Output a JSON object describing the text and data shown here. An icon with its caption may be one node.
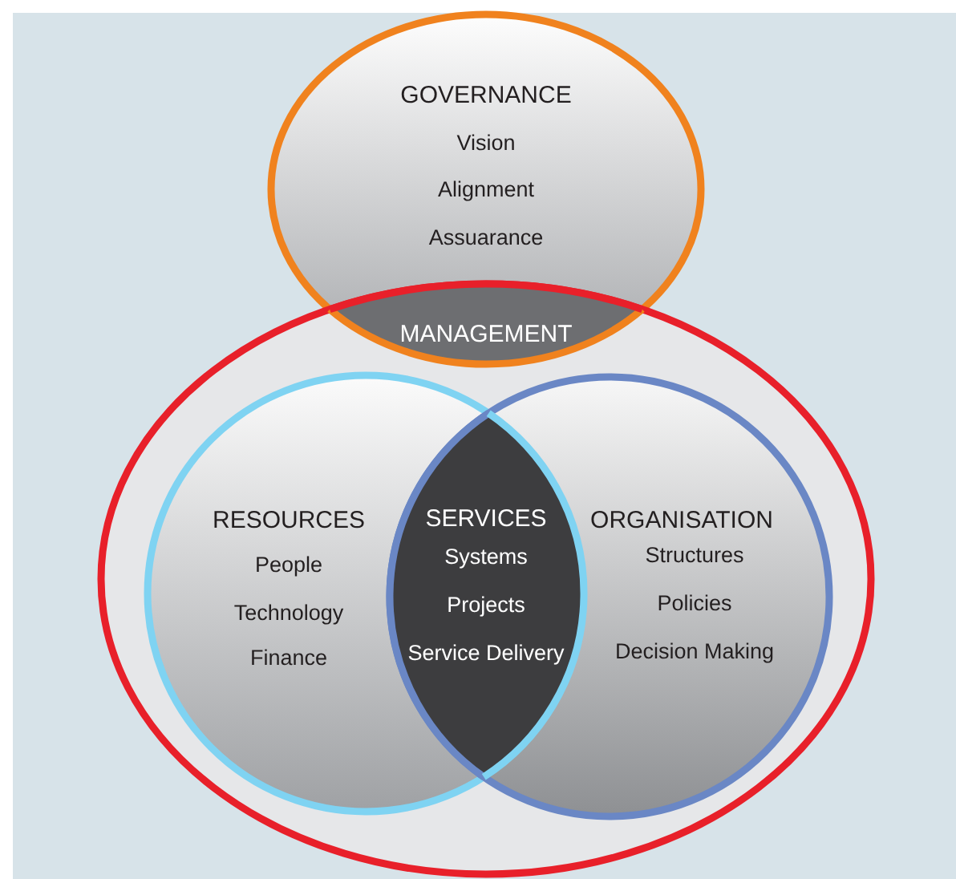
{
  "diagram": {
    "nodes": [
      {
        "text": [
          "GOVERNANCE",
          "Vision",
          "Alignment",
          "Assuarance"
        ]
      },
      {
        "text": [],
        "shape": "ellipse"
      },
      {
        "text": [
          "MANAGEMENT"
        ]
      },
      {
        "text": [
          "RESOURCES",
          "People",
          "Technology",
          "Finance"
        ],
        "in": 1
      },
      {
        "text": [
          "SERVICES",
          "Systems",
          "Projects",
          "Service Delivery"
        ]
      },
      {
        "text": [
          "ORGANISATION",
          "Structures",
          "Policies",
          "Decision Making"
        ],
        "in": 1
      }
    ]
  }
}
